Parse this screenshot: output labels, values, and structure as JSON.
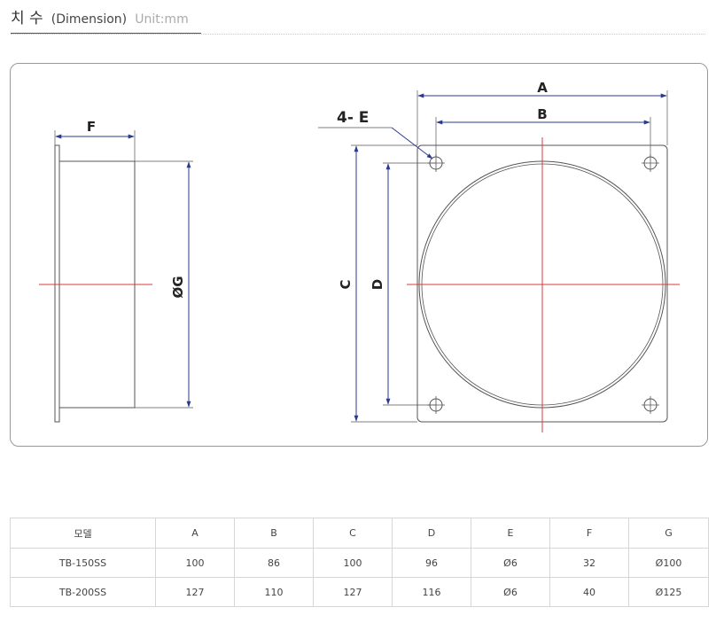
{
  "header": {
    "title_ko": "치 수",
    "title_en": "(Dimension)",
    "unit": "Unit:mm"
  },
  "diagram": {
    "labels": {
      "A": "A",
      "B": "B",
      "C": "C",
      "D": "D",
      "E": "4- E",
      "F": "F",
      "G": "ØG"
    },
    "colors": {
      "outline": "#555555",
      "dimension": "#2b3a8c",
      "centerline": "#d93a3a",
      "label": "#222222"
    }
  },
  "table": {
    "headers": [
      "모델",
      "A",
      "B",
      "C",
      "D",
      "E",
      "F",
      "G"
    ],
    "rows": [
      [
        "TB-150SS",
        "100",
        "86",
        "100",
        "96",
        "Ø6",
        "32",
        "Ø100"
      ],
      [
        "TB-200SS",
        "127",
        "110",
        "127",
        "116",
        "Ø6",
        "40",
        "Ø125"
      ]
    ]
  }
}
